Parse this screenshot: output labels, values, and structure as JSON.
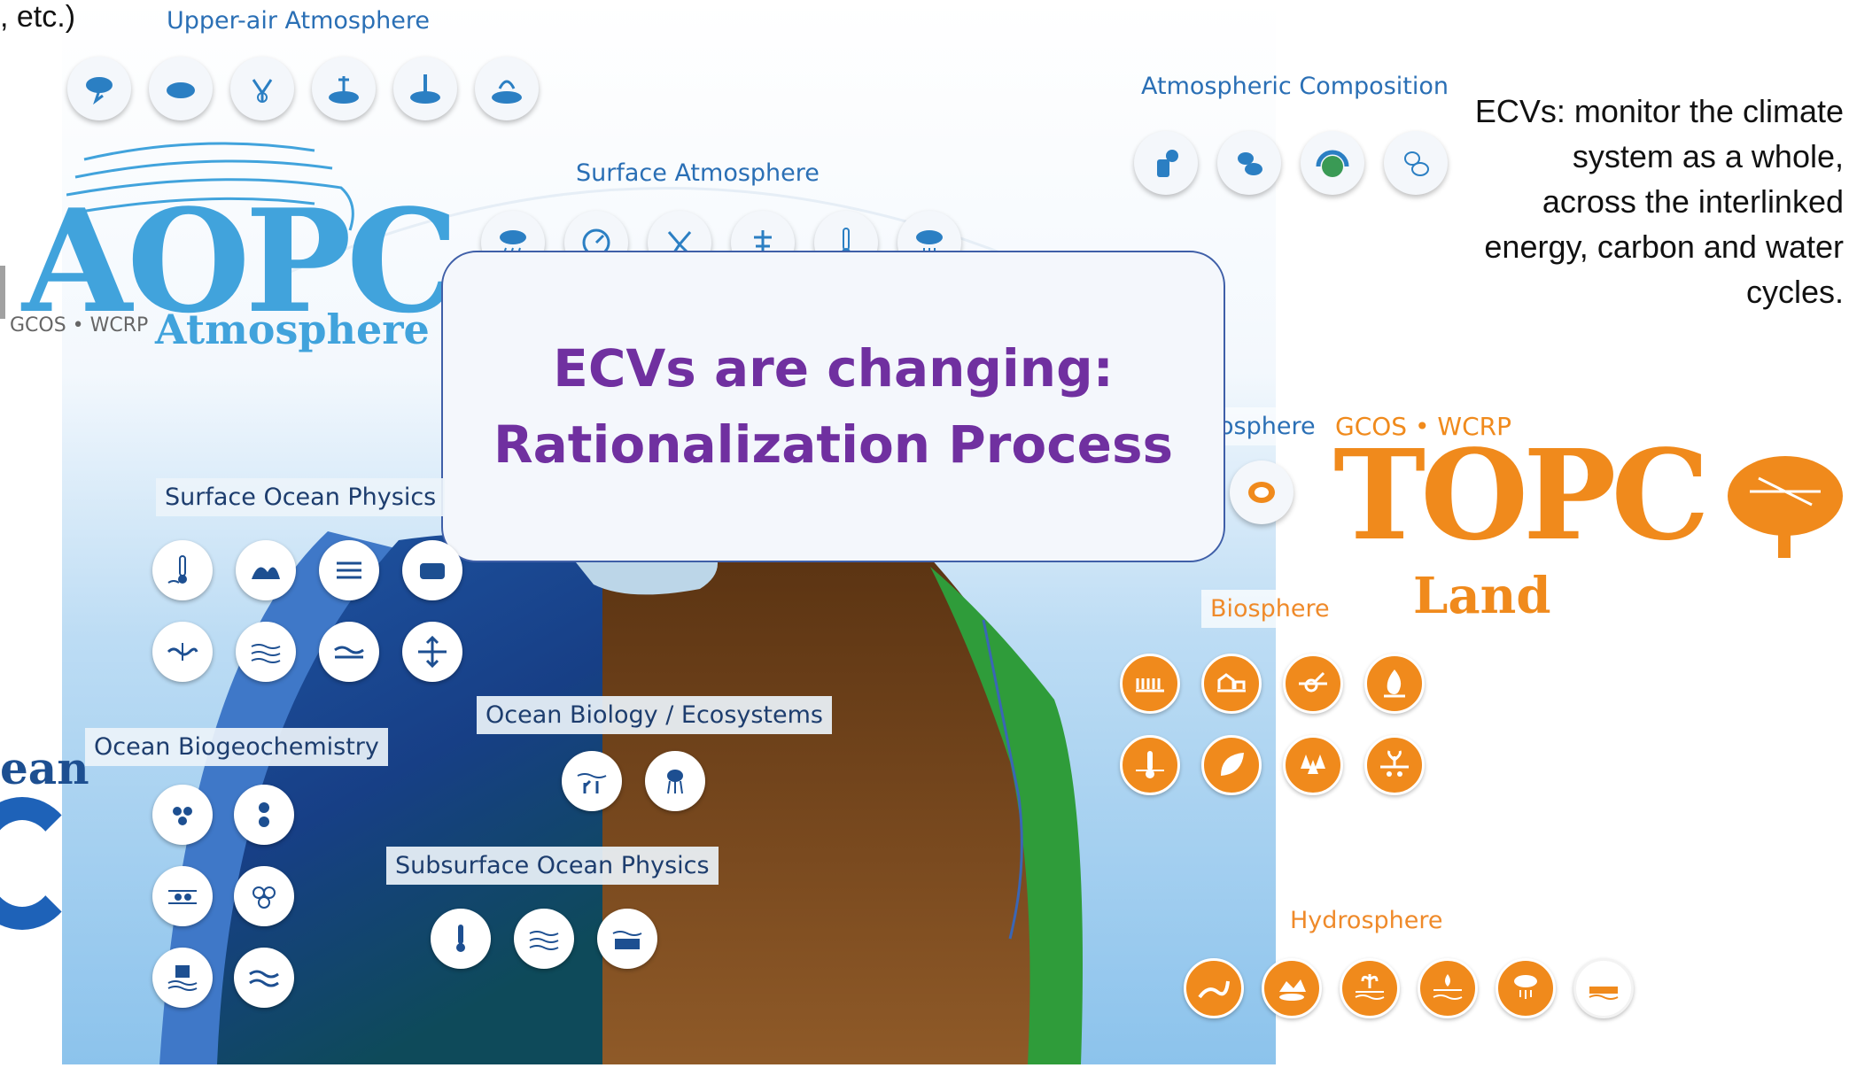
{
  "fragments": {
    "top_left": ", etc.)",
    "ocean_partial": "ean"
  },
  "logos": {
    "aopc": {
      "letters": "AOPC",
      "org": "GCOS • WCRP",
      "domain": "Atmosphere"
    },
    "topc": {
      "letters": "TOPC",
      "org": "GCOS • WCRP",
      "domain": "Land"
    }
  },
  "right_text": "ECVs: monitor the climate system as a whole, across the interlinked energy, carbon and water cycles.",
  "callout": {
    "line1": "ECVs are changing:",
    "line2": "Rationalization Process"
  },
  "sections": {
    "upper_air": {
      "title": "Upper-air Atmosphere",
      "icons": [
        "lightning-cloud-icon",
        "cloud-icon",
        "wind-vector-icon",
        "balloon-icon",
        "thermometer-icon",
        "radiation-icon"
      ]
    },
    "atmos_comp": {
      "title": "Atmospheric Composition",
      "icons": [
        "aerosol-icon",
        "carbon-dioxide-icon",
        "ozone-icon",
        "precursors-icon"
      ]
    },
    "surface_atm": {
      "title": "Surface Atmosphere",
      "icons": [
        "precipitation-icon",
        "pressure-gauge-icon",
        "wind-speed-icon",
        "surface-wind-icon",
        "temperature-icon",
        "water-vapour-icon"
      ]
    },
    "cryosphere": {
      "title": "osphere",
      "icons": [
        "permafrost-icon"
      ]
    },
    "surface_ocean": {
      "title": "Surface Ocean Physics",
      "icons": [
        "sea-surface-temperature-icon",
        "sea-state-icon",
        "surface-current-icon",
        "sea-ice-icon",
        "sea-surface-salinity-icon",
        "ocean-surface-heat-flux-icon",
        "sea-level-icon",
        "surface-stress-icon"
      ]
    },
    "ocean_biogeo": {
      "title": "Ocean Biogeochemistry",
      "icons": [
        "inorganic-carbon-icon",
        "oxygen-icon",
        "nutrients-icon",
        "nitrous-oxide-icon",
        "ocean-colour-icon",
        "transient-tracers-icon"
      ]
    },
    "ocean_bio": {
      "title": "Ocean Biology / Ecosystems",
      "icons": [
        "marine-habitat-icon",
        "plankton-icon"
      ]
    },
    "subsurface_ocean": {
      "title": "Subsurface Ocean Physics",
      "icons": [
        "subsurface-temperature-icon",
        "subsurface-currents-icon",
        "subsurface-salinity-icon"
      ]
    },
    "biosphere": {
      "title": "Biosphere",
      "icons": [
        "land-cover-icon",
        "land-surface-icon",
        "soil-carbon-icon",
        "fire-icon",
        "land-surface-temperature-icon",
        "leaf-area-icon",
        "above-ground-biomass-icon",
        "fapar-icon"
      ]
    },
    "hydrosphere": {
      "title": "Hydrosphere",
      "icons": [
        "river-discharge-icon",
        "lakes-icon",
        "groundwater-icon",
        "soil-moisture-icon",
        "evaporation-icon",
        "sea-surface-water-icon"
      ]
    }
  },
  "colors": {
    "atmosphere": "#41a3dc",
    "ocean": "#1e4f9c",
    "land": "#7a4a1f",
    "land_accent": "#f08a1c",
    "callout_text": "#7030a0"
  }
}
